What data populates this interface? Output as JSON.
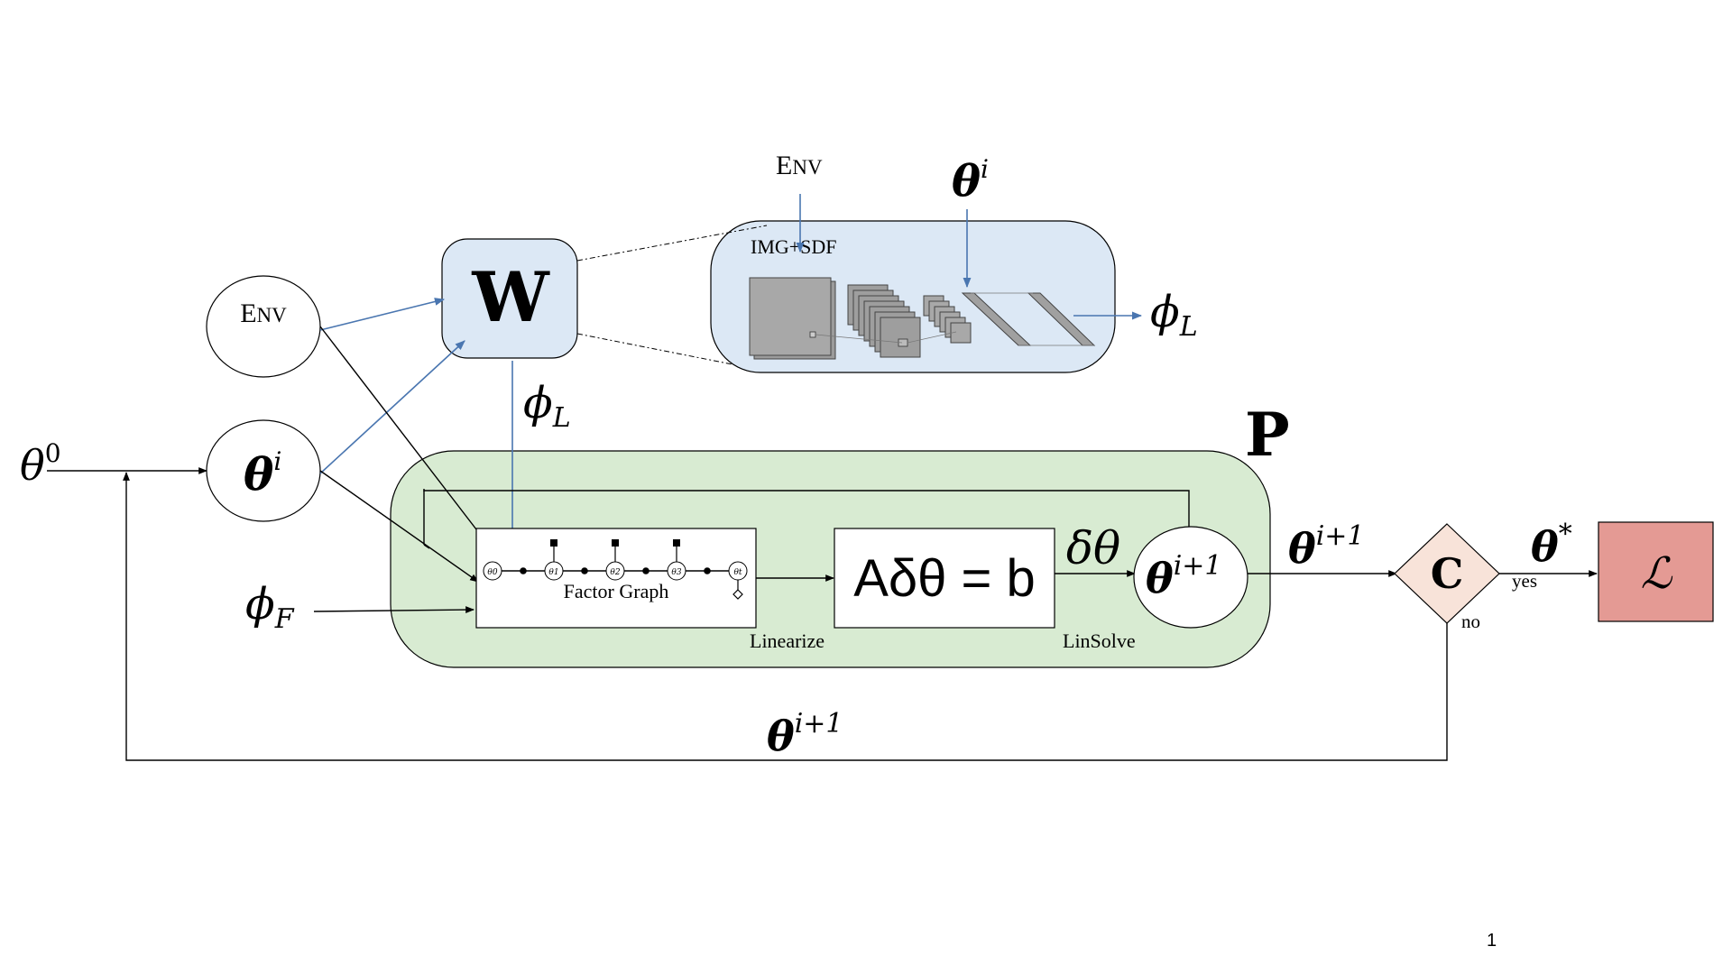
{
  "labels": {
    "theta0_base": "θ",
    "theta0_sup": "0",
    "env_left_big": "E",
    "env_left_small": "NV",
    "theta_i_node_base": "θ",
    "theta_i_node_sup": "i",
    "w_block": "W",
    "phi_L_base": "ϕ",
    "phi_L_sub": "L",
    "phi_F_base": "ϕ",
    "phi_F_sub": "F",
    "p_block": "P",
    "factor_graph": "Factor Graph",
    "linearize": "Linearize",
    "linsolve": "LinSolve",
    "equation": "Aδθ = b",
    "delta_theta": "δθ",
    "theta_next_base": "θ",
    "theta_next_sup": "i+1",
    "c_block": "C",
    "yes": "yes",
    "no": "no",
    "theta_star_base": "θ",
    "theta_star_sup": "*",
    "loss": "ℒ",
    "env_top_big": "E",
    "env_top_small": "NV",
    "img_sdf": "IMG+SDF",
    "theta_i_top_base": "θ",
    "theta_i_top_sup": "i",
    "phi_L_out_base": "ϕ",
    "phi_L_out_sub": "L",
    "page_number": "1"
  },
  "factor_graph_nodes": [
    "θ0",
    "θ1",
    "θ2",
    "θ3",
    "θt"
  ],
  "colors": {
    "w_fill": "#dce8f5",
    "p_fill": "#d8ebd2",
    "c_fill": "#f8e3d9",
    "loss_fill": "#e49a94",
    "cnn_fill": "#dce8f5",
    "blue_arrow": "#4a76b0",
    "line": "#000000"
  }
}
